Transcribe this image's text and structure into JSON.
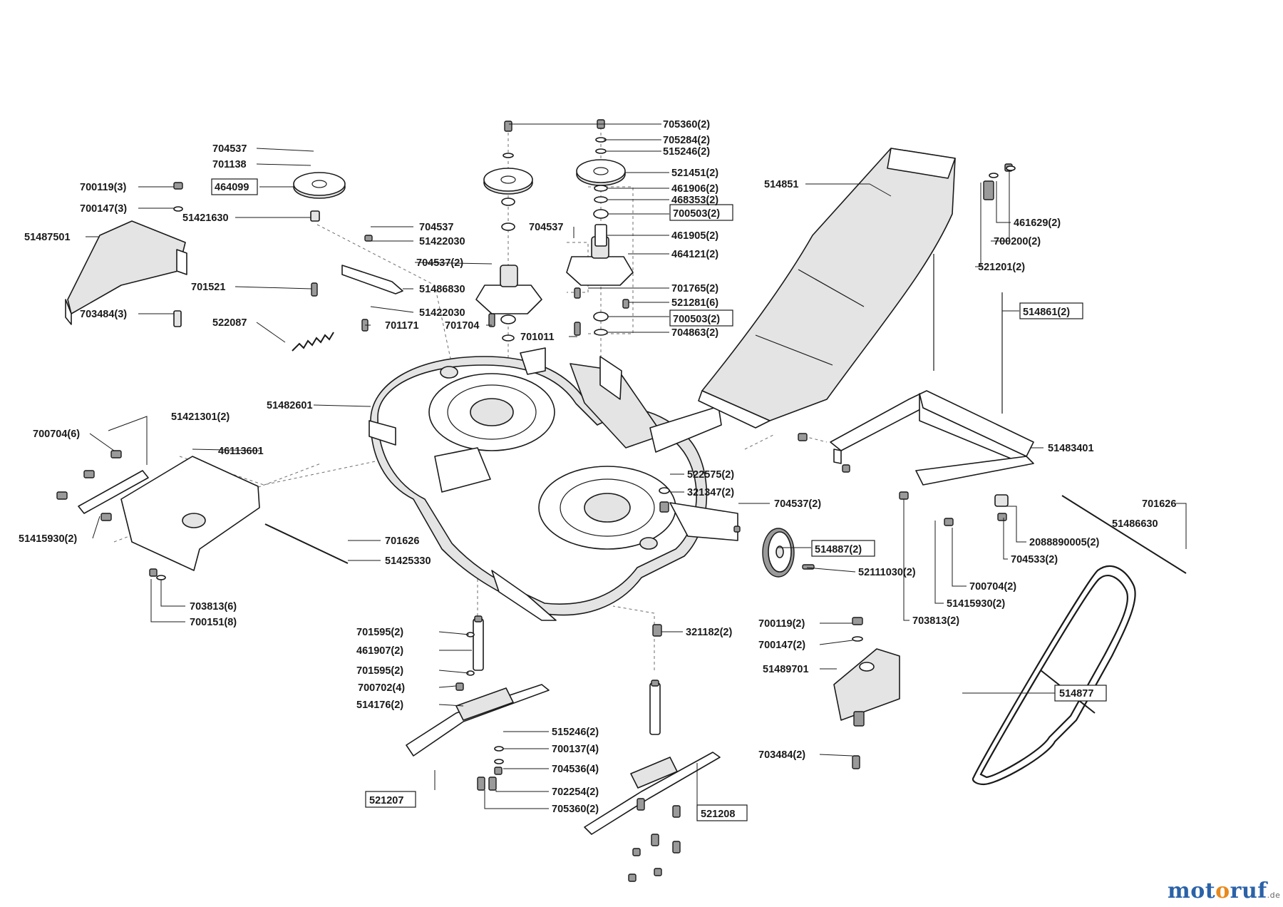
{
  "labels": {
    "l705360_2_top": "705360(2)",
    "l705284_2": "705284(2)",
    "l515246_2_top": "515246(2)",
    "l521451_2": "521451(2)",
    "l461906_2": "461906(2)",
    "l468353_2": "468353(2)",
    "l700503_2_a": "700503(2)",
    "l461905_2": "461905(2)",
    "l464121_2": "464121(2)",
    "l701765_2": "701765(2)",
    "l521281_6": "521281(6)",
    "l700503_2_b": "700503(2)",
    "l704863_2": "704863(2)",
    "l704537_a": "704537",
    "l701138": "701138",
    "l700119_3": "700119(3)",
    "l464099": "464099",
    "l700147_3": "700147(3)",
    "l51421630": "51421630",
    "l51487501": "51487501",
    "l701521": "701521",
    "l703484_3": "703484(3)",
    "l522087": "522087",
    "l704537_b": "704537",
    "l51422030_a": "51422030",
    "l704537_2_a": "704537(2)",
    "l51486830": "51486830",
    "l51422030_b": "51422030",
    "l701171": "701171",
    "l704537_c": "704537",
    "l701704": "701704",
    "l701011": "701011",
    "l514851": "514851",
    "l461629_2": "461629(2)",
    "l700200_2": "700200(2)",
    "l521201_2": "521201(2)",
    "l514861_2": "514861(2)",
    "l51482601": "51482601",
    "l700704_6": "700704(6)",
    "l51421301_2": "51421301(2)",
    "l46113601": "46113601",
    "l51415930_2_a": "51415930(2)",
    "l701626_a": "701626",
    "l51425330": "51425330",
    "l703813_6": "703813(6)",
    "l700151_8": "700151(8)",
    "l522575_2": "522575(2)",
    "l321347_2": "321347(2)",
    "l704537_2_b": "704537(2)",
    "l514887_2": "514887(2)",
    "l52111030_2": "52111030(2)",
    "l51483401": "51483401",
    "l701626_b": "701626",
    "l51486630": "51486630",
    "l2088890005_2": "2088890005(2)",
    "l704533_2": "704533(2)",
    "l700704_2": "700704(2)",
    "l51415930_2_b": "51415930(2)",
    "l703813_2": "703813(2)",
    "l700119_2": "700119(2)",
    "l700147_2": "700147(2)",
    "l51489701": "51489701",
    "l703484_2": "703484(2)",
    "l514877": "514877",
    "l321182_2": "321182(2)",
    "l701595_2_a": "701595(2)",
    "l461907_2": "461907(2)",
    "l701595_2_b": "701595(2)",
    "l700702_4": "700702(4)",
    "l514176_2": "514176(2)",
    "l515246_2_bot": "515246(2)",
    "l700137_4": "700137(4)",
    "l704536_4": "704536(4)",
    "l702254_2": "702254(2)",
    "l705360_2_bot": "705360(2)",
    "l521207": "521207",
    "l521208": "521208"
  },
  "logo": {
    "part1": "mot",
    "part2": "o",
    "part3": "ruf",
    "suffix": ".de"
  },
  "colors": {
    "logo_blue": "#2b62a8",
    "logo_orange": "#e8891c"
  }
}
